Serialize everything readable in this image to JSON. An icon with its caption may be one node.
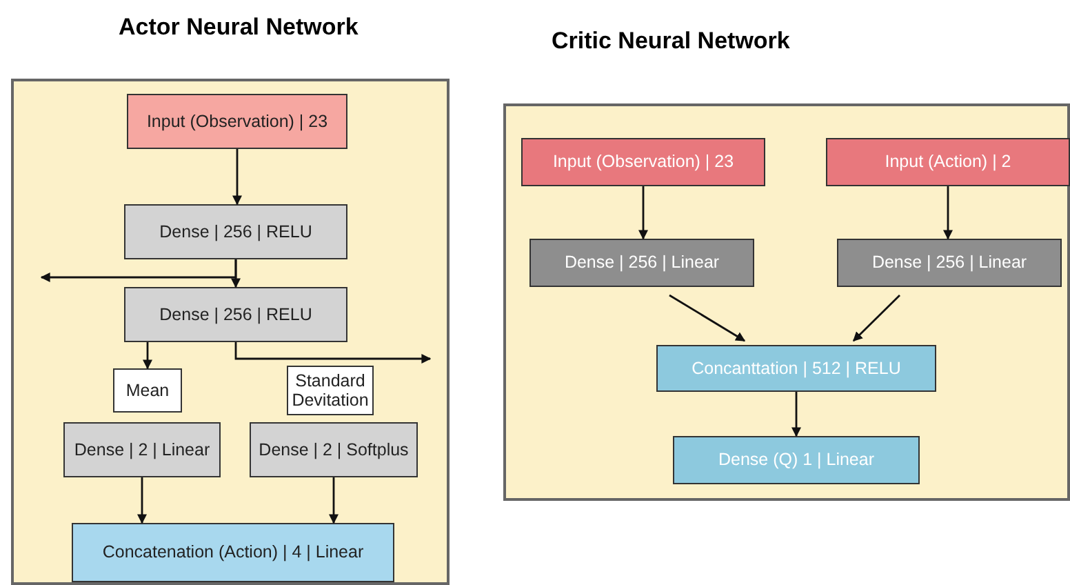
{
  "diagram": {
    "nodes": [
      {
        "text": [
          "Actor Neural Network"
        ]
      },
      {
        "text": [
          "Input (Observation) | 23"
        ],
        "in": 0
      },
      {
        "text": [
          "Dense | 256 | RELU"
        ],
        "in": 0
      },
      {
        "text": [
          "Dense | 256 | RELU"
        ],
        "in": 0
      },
      {
        "text": [
          "Mean"
        ],
        "in": 0
      },
      {
        "text": [
          "Standard Devitation"
        ],
        "in": 0
      },
      {
        "text": [
          "Dense | 2 | Linear"
        ],
        "in": 0
      },
      {
        "text": [
          "Dense | 2 | Softplus"
        ],
        "in": 0
      },
      {
        "text": [
          "Concatenation (Action) | 4 | Linear"
        ],
        "in": 0
      },
      {
        "text": [
          "Critic Neural Network"
        ]
      },
      {
        "text": [
          "Input (Observation) | 23"
        ],
        "in": 9
      },
      {
        "text": [
          "Input (Action) | 2"
        ],
        "in": 9
      },
      {
        "text": [
          "Dense | 256 | Linear"
        ],
        "in": 9
      },
      {
        "text": [
          "Dense | 256 | Linear"
        ],
        "in": 9
      },
      {
        "text": [
          "Concanttation | 512 | RELU"
        ],
        "in": 9
      },
      {
        "text": [
          "Dense (Q) 1 | Linear"
        ],
        "in": 9
      }
    ],
    "edges": [
      {
        "from": 1,
        "to": 2,
        "arrow": "to"
      },
      {
        "from": 2,
        "to": 3,
        "arrow": "to"
      },
      {
        "from": 2,
        "to": null,
        "arrow": "to"
      },
      {
        "from": 3,
        "to": 4,
        "arrow": "to"
      },
      {
        "from": 3,
        "to": null,
        "arrow": "to"
      },
      {
        "from": 6,
        "to": 8,
        "arrow": "to"
      },
      {
        "from": 7,
        "to": 8,
        "arrow": "to"
      },
      {
        "from": 10,
        "to": 12,
        "arrow": "to"
      },
      {
        "from": 11,
        "to": 13,
        "arrow": "to"
      },
      {
        "from": 12,
        "to": 14,
        "arrow": "to"
      },
      {
        "from": 13,
        "to": 14,
        "arrow": "to"
      },
      {
        "from": 14,
        "to": 15,
        "arrow": "to"
      }
    ]
  }
}
